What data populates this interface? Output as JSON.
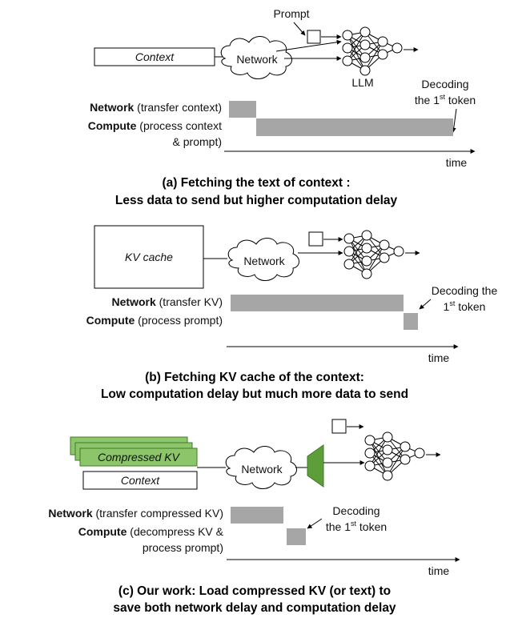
{
  "panel_a": {
    "context_label": "Context",
    "network_label": "Network",
    "prompt_label": "Prompt",
    "llm_label": "LLM",
    "decoding_line1": "Decoding",
    "decoding_line2_pre": "the 1",
    "decoding_sup": "st",
    "decoding_line2_post": " token",
    "row1_bold": "Network",
    "row1_rest": " (transfer context)",
    "row2_bold": "Compute",
    "row2_rest": " (process context",
    "row2_line2": "& prompt)",
    "time_label": "time",
    "caption_line1": "(a) Fetching the text of context :",
    "caption_line2": "Less data to send but higher computation delay"
  },
  "panel_b": {
    "kv_label": "KV cache",
    "network_label": "Network",
    "decoding_line1": "Decoding the",
    "decoding_line2_pre": "1",
    "decoding_sup": "st",
    "decoding_line2_post": " token",
    "row1_bold": "Network",
    "row1_rest": " (transfer KV)",
    "row2_bold": "Compute",
    "row2_rest": " (process prompt)",
    "time_label": "time",
    "caption_line1": "(b) Fetching KV cache of the context:",
    "caption_line2": "Low computation delay but much more data to send"
  },
  "panel_c": {
    "compressed_label": "Compressed KV",
    "context_label": "Context",
    "network_label": "Network",
    "decoding_line1": "Decoding",
    "decoding_line2_pre": "the 1",
    "decoding_sup": "st",
    "decoding_line2_post": " token",
    "row1_bold": "Network",
    "row1_rest": " (transfer compressed KV)",
    "row2_bold": "Compute",
    "row2_rest": " (decompress KV &",
    "row2_line2": "process prompt)",
    "time_label": "time",
    "caption_line1": "(c) Our work: Load compressed KV (or text) to",
    "caption_line2": "save both network delay and computation delay"
  },
  "colors": {
    "bar_gray": "#a6a6a6",
    "compressed_green": "#8cc56a",
    "decoder_green": "#5e9e3a"
  }
}
